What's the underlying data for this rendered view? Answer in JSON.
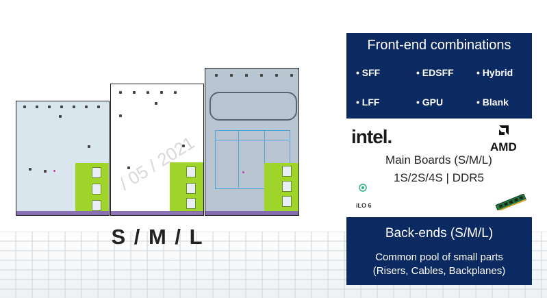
{
  "size_label": "S / M / L",
  "watermark": "/ 05 / 2021",
  "front_end": {
    "title": "Front-end  combinations",
    "items": [
      "• SFF",
      "• EDSFF",
      "• Hybrid",
      "• LFF",
      "• GPU",
      "• Blank"
    ]
  },
  "main_boards": {
    "intel_logo": "intel.",
    "amd_logo": "AMD",
    "line1": "Main Boards (S/M/L)",
    "line2": "1S/2S/4S | DDR5",
    "ilo_label": "iLO 6"
  },
  "back_end": {
    "title": "Back-ends (S/M/L)",
    "line1": "Common pool of small parts",
    "line2": "(Risers, Cables, Backplanes)"
  },
  "colors": {
    "panel_blue": "#0c2a62",
    "board_green": "#9fd42a",
    "board_s_bg": "#d9e6ee",
    "board_m_bg": "#ffffff",
    "board_l_bg": "#b9c6d2"
  }
}
